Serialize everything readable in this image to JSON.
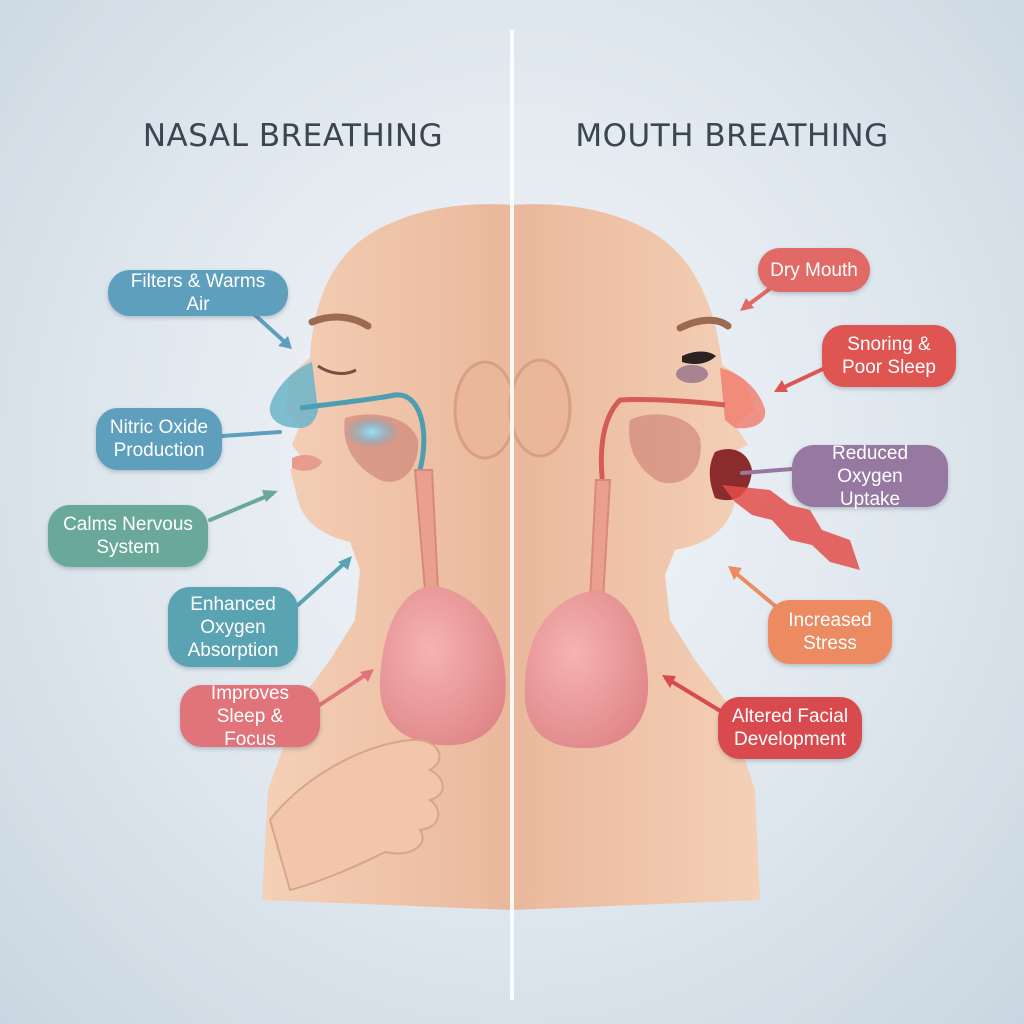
{
  "titles": {
    "left": "NASAL BREATHING",
    "right": "MOUTH BREATHING"
  },
  "nasal_labels": [
    {
      "text": "Filters & Warms Air",
      "color": "#5f9fbe"
    },
    {
      "text": "Nitric Oxide\nProduction",
      "color": "#5f9fbe"
    },
    {
      "text": "Calms Nervous\nSystem",
      "color": "#6aa99a"
    },
    {
      "text": "Enhanced\nOxygen\nAbsorption",
      "color": "#5aa3b2"
    },
    {
      "text": "Improves\nSleep & Focus",
      "color": "#e0747a"
    }
  ],
  "mouth_labels": [
    {
      "text": "Dry Mouth",
      "color": "#e26a66"
    },
    {
      "text": "Snoring &\nPoor Sleep",
      "color": "#df5552"
    },
    {
      "text": "Reduced Oxygen\nUptake",
      "color": "#9778a0"
    },
    {
      "text": "Increased\nStress",
      "color": "#ec8a62"
    },
    {
      "text": "Altered Facial\nDevelopment",
      "color": "#d84a4d"
    }
  ],
  "colors": {
    "skin": "#f2c8ad",
    "skin_shade": "#e4ae93",
    "lung": "#ee9c9e",
    "nasal_airway": "#4d9db3",
    "mouth_airway": "#d75b55",
    "divider": "#ffffff"
  }
}
